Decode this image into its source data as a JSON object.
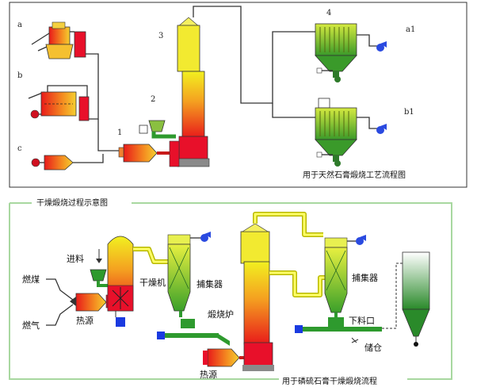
{
  "top_panel": {
    "caption": "用于天然石膏煅烧工艺流程图",
    "markers": {
      "a": "a",
      "b": "b",
      "c": "c",
      "n1": "1",
      "n2": "2",
      "n3": "3",
      "n4": "4",
      "a1": "a1",
      "b1": "b1"
    }
  },
  "bottom_panel": {
    "title": "干燥煅烧过程示意图",
    "caption": "用于磷硫石膏干燥煅烧流程",
    "labels": {
      "feed": "进料",
      "coal": "燃煤",
      "gas": "燃气",
      "heat_source_1": "热源",
      "dryer": "干燥机",
      "collector_1": "捕集器",
      "calciner": "煅烧炉",
      "heat_source_2": "热源",
      "collector_2": "捕集器",
      "discharge": "下料口",
      "silo": "储仓"
    }
  },
  "colors": {
    "border": "#333333",
    "green_frame": "#a8d8a0",
    "red": "#e8102a",
    "orange": "#f07a10",
    "yellow": "#f0e020",
    "green": "#2e9a2e",
    "blue": "#1a3ae0"
  }
}
